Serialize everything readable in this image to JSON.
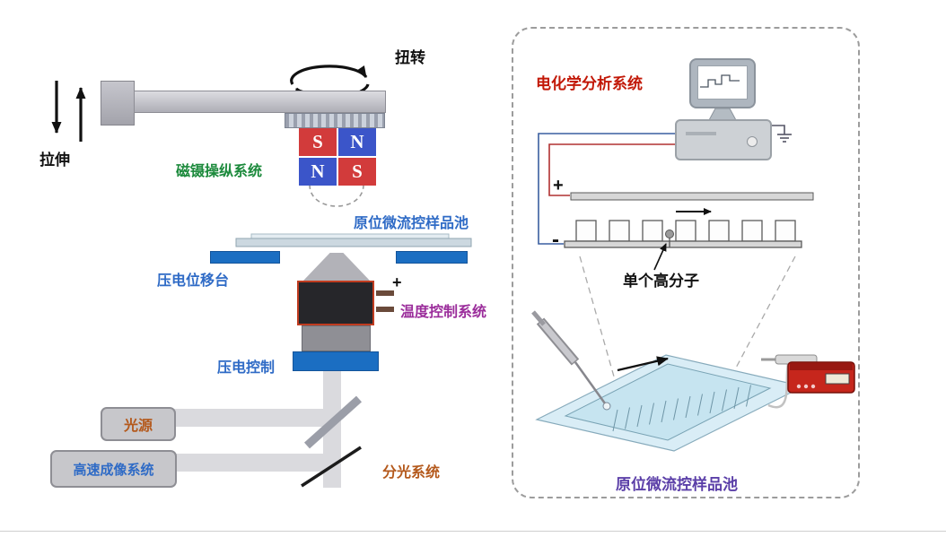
{
  "colors": {
    "label-green": "#1c8a3c",
    "label-blue": "#2f6bc6",
    "label-magenta": "#9b2d9b",
    "label-orange": "#b4591c",
    "label-red": "#c21807",
    "label-purple": "#5b3fa8",
    "magnet-red": "#d23b3b",
    "magnet-blue": "#3b55c9",
    "stage-blue": "#1b6ec2"
  },
  "left": {
    "stretch_label": "拉伸",
    "twist_label": "扭转",
    "magnet_system_label": "磁镊操纵系统",
    "sample_cell_label": "原位微流控样品池",
    "piezo_stage_label": "压电位移台",
    "temp_control_label": "温度控制系统",
    "temp_plus": "+",
    "piezo_control_label": "压电控制",
    "light_source_label": "光源",
    "imaging_label": "高速成像系统",
    "splitter_label": "分光系统",
    "magnets": {
      "tl": "S",
      "tr": "N",
      "bl": "N",
      "br": "S"
    }
  },
  "right": {
    "title": "电化学分析系统",
    "plus": "+",
    "minus": "-",
    "single_polymer_label": "单个高分子",
    "sample_cell_label": "原位微流控样品池"
  }
}
